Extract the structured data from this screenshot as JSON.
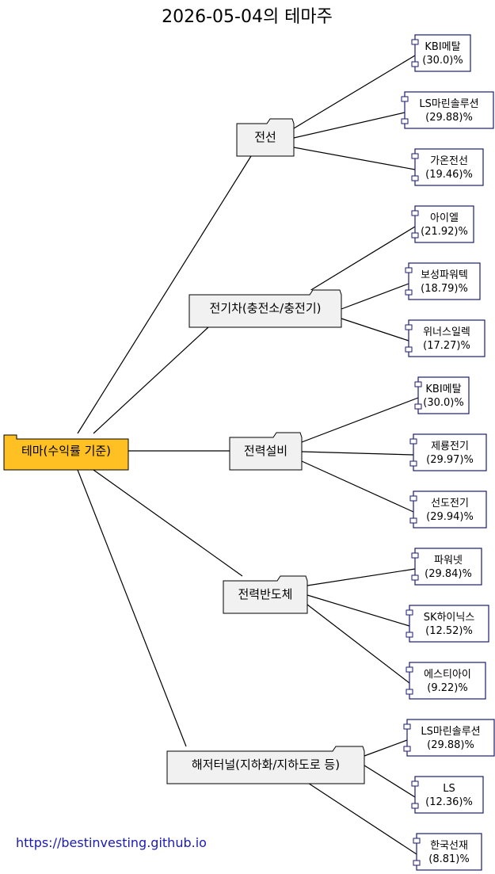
{
  "title": "2026-05-04의 테마주",
  "root": {
    "label": "테마(수익률 기준)"
  },
  "themes": [
    {
      "label": "전선",
      "stocks": [
        {
          "name": "KBI메탈",
          "ret": "(30.0)%"
        },
        {
          "name": "LS마린솔루션",
          "ret": "(29.88)%"
        },
        {
          "name": "가온전선",
          "ret": "(19.46)%"
        }
      ]
    },
    {
      "label": "전기차(충전소/충전기)",
      "stocks": [
        {
          "name": "아이엘",
          "ret": "(21.92)%"
        },
        {
          "name": "보성파워텍",
          "ret": "(18.79)%"
        },
        {
          "name": "위너스일렉",
          "ret": "(17.27)%"
        }
      ]
    },
    {
      "label": "전력설비",
      "stocks": [
        {
          "name": "KBI메탈",
          "ret": "(30.0)%"
        },
        {
          "name": "제룡전기",
          "ret": "(29.97)%"
        },
        {
          "name": "선도전기",
          "ret": "(29.94)%"
        }
      ]
    },
    {
      "label": "전력반도체",
      "stocks": [
        {
          "name": "파워넷",
          "ret": "(29.84)%"
        },
        {
          "name": "SK하이닉스",
          "ret": "(12.52)%"
        },
        {
          "name": "에스티아이",
          "ret": "(9.22)%"
        }
      ]
    },
    {
      "label": "해저터널(지하화/지하도로 등)",
      "stocks": [
        {
          "name": "LS마린솔루션",
          "ret": "(29.88)%"
        },
        {
          "name": "LS",
          "ret": "(12.36)%"
        },
        {
          "name": "한국선재",
          "ret": "(8.81)%"
        }
      ]
    }
  ],
  "footer": {
    "link": "https://bestinvesting.github.io"
  },
  "colors": {
    "root_fill": "#fec022",
    "theme_fill": "#f1f1f1",
    "stock_border": "#1a1a78",
    "footer_link": "#1a1ab8"
  }
}
